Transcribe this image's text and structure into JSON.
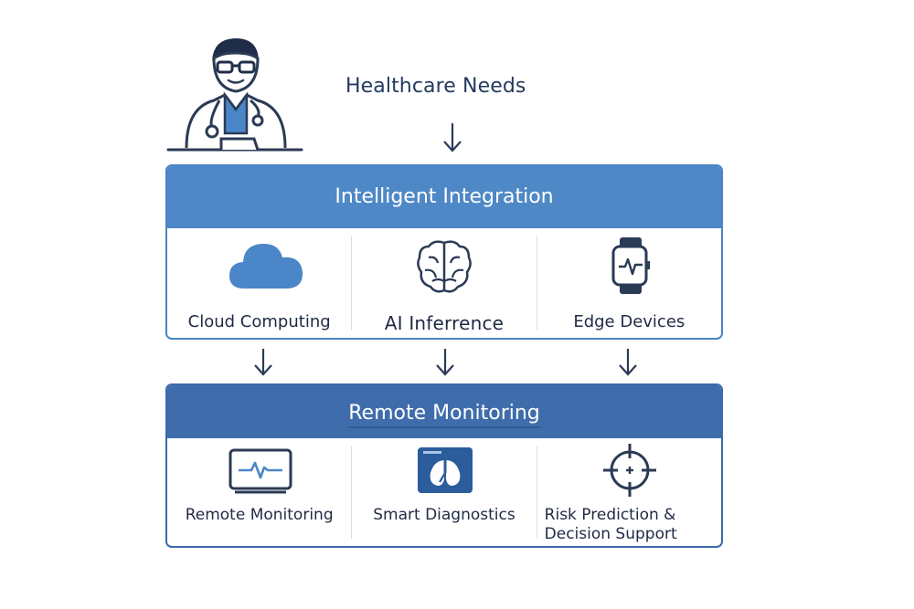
{
  "diagram": {
    "top_title": "Healthcare Needs",
    "integration": {
      "title": "Intelligent Integration",
      "items": [
        {
          "label": "Cloud Computing",
          "icon": "cloud-icon"
        },
        {
          "label": "AI Inferrence",
          "icon": "brain-icon"
        },
        {
          "label": "Edge Devices",
          "icon": "smartwatch-icon"
        }
      ]
    },
    "monitoring": {
      "title": "Remote Monitoring",
      "items": [
        {
          "label": "Remote Monitoring",
          "icon": "monitor-heartbeat-icon"
        },
        {
          "label": "Smart Diagnostics",
          "icon": "lung-diagnostics-icon"
        },
        {
          "label_line1": "Risk Prediction &",
          "label_line2": "Decision Support",
          "icon": "crosshair-icon"
        }
      ]
    },
    "colors": {
      "integration_header": "#4f88c6",
      "monitoring_header": "#3f6dac",
      "icon_blue": "#4a86c8",
      "line_dark": "#2b3a55"
    }
  }
}
